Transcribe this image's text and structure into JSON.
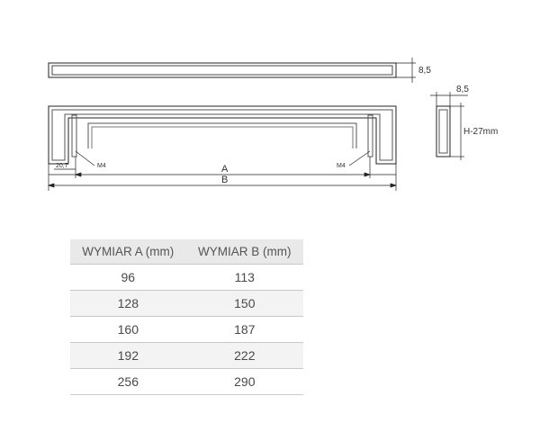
{
  "drawing": {
    "labels": {
      "top_thickness": "8,5",
      "side_thickness": "8,5",
      "height": "H-27mm",
      "inner_length": "A",
      "outer_length": "B",
      "thread_left": "M4",
      "thread_right": "M4",
      "end_offset": "20,7"
    }
  },
  "table": {
    "headers": [
      "WYMIAR A (mm)",
      "WYMIAR B (mm)"
    ],
    "rows": [
      [
        "96",
        "113"
      ],
      [
        "128",
        "150"
      ],
      [
        "160",
        "187"
      ],
      [
        "192",
        "222"
      ],
      [
        "256",
        "290"
      ]
    ]
  }
}
